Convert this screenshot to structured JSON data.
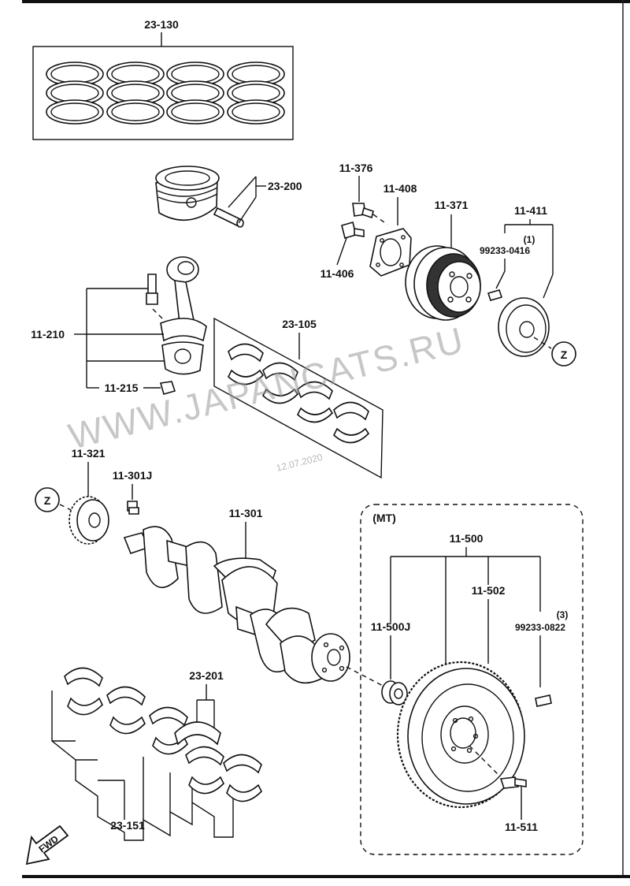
{
  "watermark": {
    "text": "WWW.JAPANCATS.RU",
    "date": "12.07.2020"
  },
  "labels": {
    "piston_ring_set": "23-130",
    "piston_pin": "23-200",
    "bolt_11376": "11-376",
    "washer_11408": "11-408",
    "pulley_11371": "11-371",
    "plate_11411": "11-411",
    "qty_1": "(1)",
    "pin_99233_0416": "99233-0416",
    "bolt_11406": "11-406",
    "conn_rod": "11-210",
    "rod_nut": "11-215",
    "bearing_set_23105": "23-105",
    "sprocket": "11-321",
    "key": "11-301J",
    "crankshaft": "11-301",
    "mt_group": "(MT)",
    "flywheel_group": "11-500",
    "flywheel": "11-502",
    "pilot_bearing": "11-500J",
    "qty_3": "(3)",
    "pin_99233_0822": "99233-0822",
    "thrust_bearing": "23-201",
    "main_bearing": "23-151",
    "flywheel_bolt": "11-511",
    "ref_z": "Z",
    "fwd": "FWD"
  }
}
